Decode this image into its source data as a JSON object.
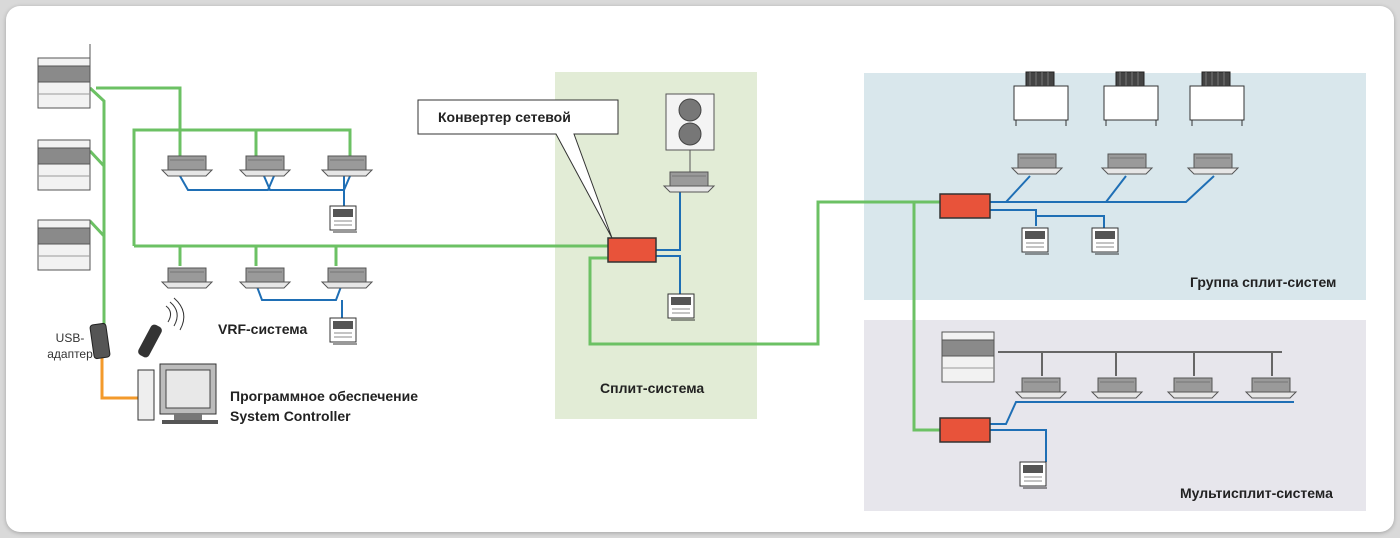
{
  "zones": {
    "split_system": "Сплит-система",
    "group_split": "Группа сплит-систем",
    "multisplit": "Мультисплит-система"
  },
  "labels": {
    "converter": "Конвертер сетевой",
    "vrf": "VRF-система",
    "usb_line1": "USB-",
    "usb_line2": "адаптер",
    "software_line1": "Программное обеспечение",
    "software_line2": "System Controller"
  },
  "colors": {
    "green_line": "#6cc164",
    "blue_line": "#1f6fb5",
    "orange_line": "#f39a2b",
    "converter_fill": "#e8533a",
    "split_zone_bg": "#e2ecd6",
    "group_zone_bg": "#d9e7ec",
    "multi_zone_bg": "#e7e6ec"
  }
}
